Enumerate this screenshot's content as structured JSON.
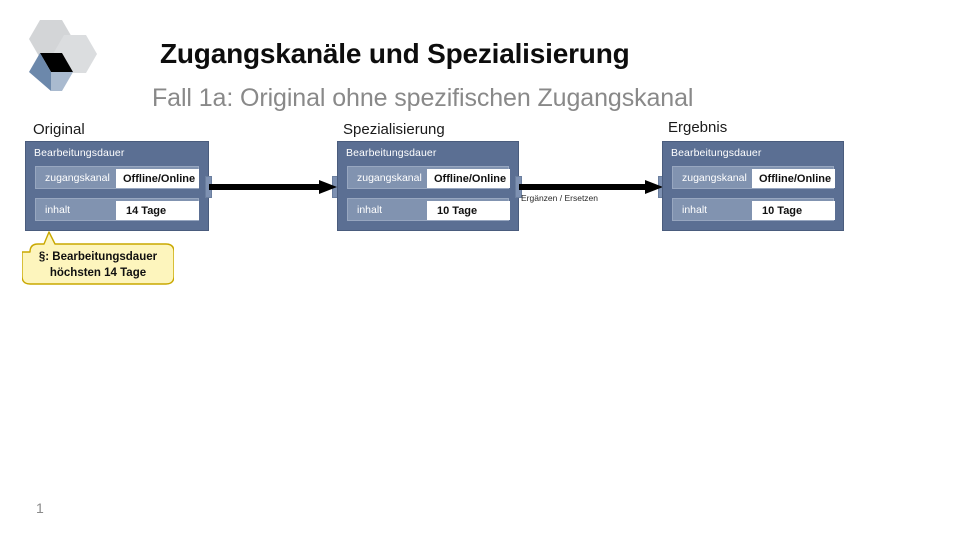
{
  "slide": {
    "title": "Zugangskanäle und Spezialisierung",
    "subtitle": "Fall 1a: Original ohne spezifischen Zugangskanal",
    "page_number": "1",
    "colors": {
      "box_outer": "#5b6f93",
      "box_row": "#8193b0",
      "callout_fill": "#fdf5bd",
      "callout_border": "#c9ae00",
      "title_color": "#0d0d0d",
      "subtitle_color": "#898989",
      "arrow_color": "#000000"
    }
  },
  "logo": {
    "name": "hexagon-cluster-logo",
    "hexes": [
      {
        "name": "hex-top-left",
        "color": "#d4d6d8"
      },
      {
        "name": "hex-right",
        "color": "#dcdedf"
      },
      {
        "name": "hex-bottom-dark",
        "color": "#000000"
      },
      {
        "name": "hex-bottom-blue-left",
        "color": "#6a86a9"
      },
      {
        "name": "hex-bottom-blue-right",
        "color": "#aabbd0"
      }
    ]
  },
  "stages": [
    {
      "id": "original",
      "label": "Original",
      "box_title": "Bearbeitungsdauer",
      "rows": [
        {
          "key": "zugangskanal",
          "value": "Offline/Online"
        },
        {
          "key": "inhalt",
          "value": "14 Tage"
        }
      ]
    },
    {
      "id": "spezialisierung",
      "label": "Spezialisierung",
      "box_title": "Bearbeitungsdauer",
      "rows": [
        {
          "key": "zugangskanal",
          "value": "Offline/Online"
        },
        {
          "key": "inhalt",
          "value": "10 Tage"
        }
      ]
    },
    {
      "id": "ergebnis",
      "label": "Ergebnis",
      "box_title": "Bearbeitungsdauer",
      "rows": [
        {
          "key": "zugangskanal",
          "value": "Offline/Online"
        },
        {
          "key": "inhalt",
          "value": "10 Tage"
        }
      ]
    }
  ],
  "arrows": [
    {
      "id": "arrow-original-to-spezialisierung",
      "label": ""
    },
    {
      "id": "arrow-spezialisierung-to-ergebnis",
      "label": "Ergänzen / Ersetzen"
    }
  ],
  "callout": {
    "line1": "§: Bearbeitungsdauer",
    "line2": "höchsten 14 Tage"
  }
}
